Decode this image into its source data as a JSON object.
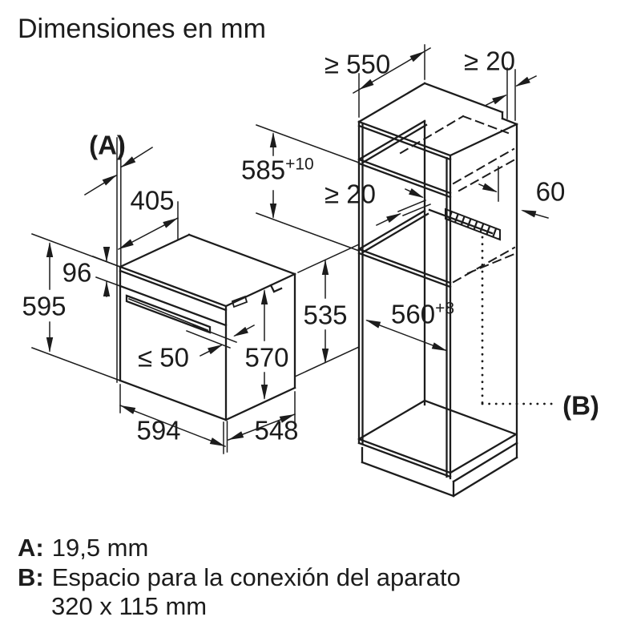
{
  "title": "Dimensiones en mm",
  "labels": {
    "a_marker": "(A)",
    "b_marker": "(B)",
    "dim_405": "405",
    "dim_96": "96",
    "dim_595": "595",
    "dim_le_50": "≤ 50",
    "dim_570": "570",
    "dim_594": "594",
    "dim_548": "548",
    "dim_535": "535",
    "dim_ge_550": "≥ 550",
    "dim_ge_20_top": "≥ 20",
    "dim_ge_20_inner": "≥ 20",
    "dim_60": "60",
    "dim_585_base": "585",
    "dim_585_sup": "+10",
    "dim_560_base": "560",
    "dim_560_sup": "+8"
  },
  "footer": {
    "a_key": "A:",
    "a_value": "19,5 mm",
    "b_key": "B:",
    "b_value": "Espacio para la conexión del aparato",
    "b_value2": "320 x 115 mm"
  },
  "colors": {
    "ink": "#1c1c1c",
    "background": "#ffffff"
  }
}
